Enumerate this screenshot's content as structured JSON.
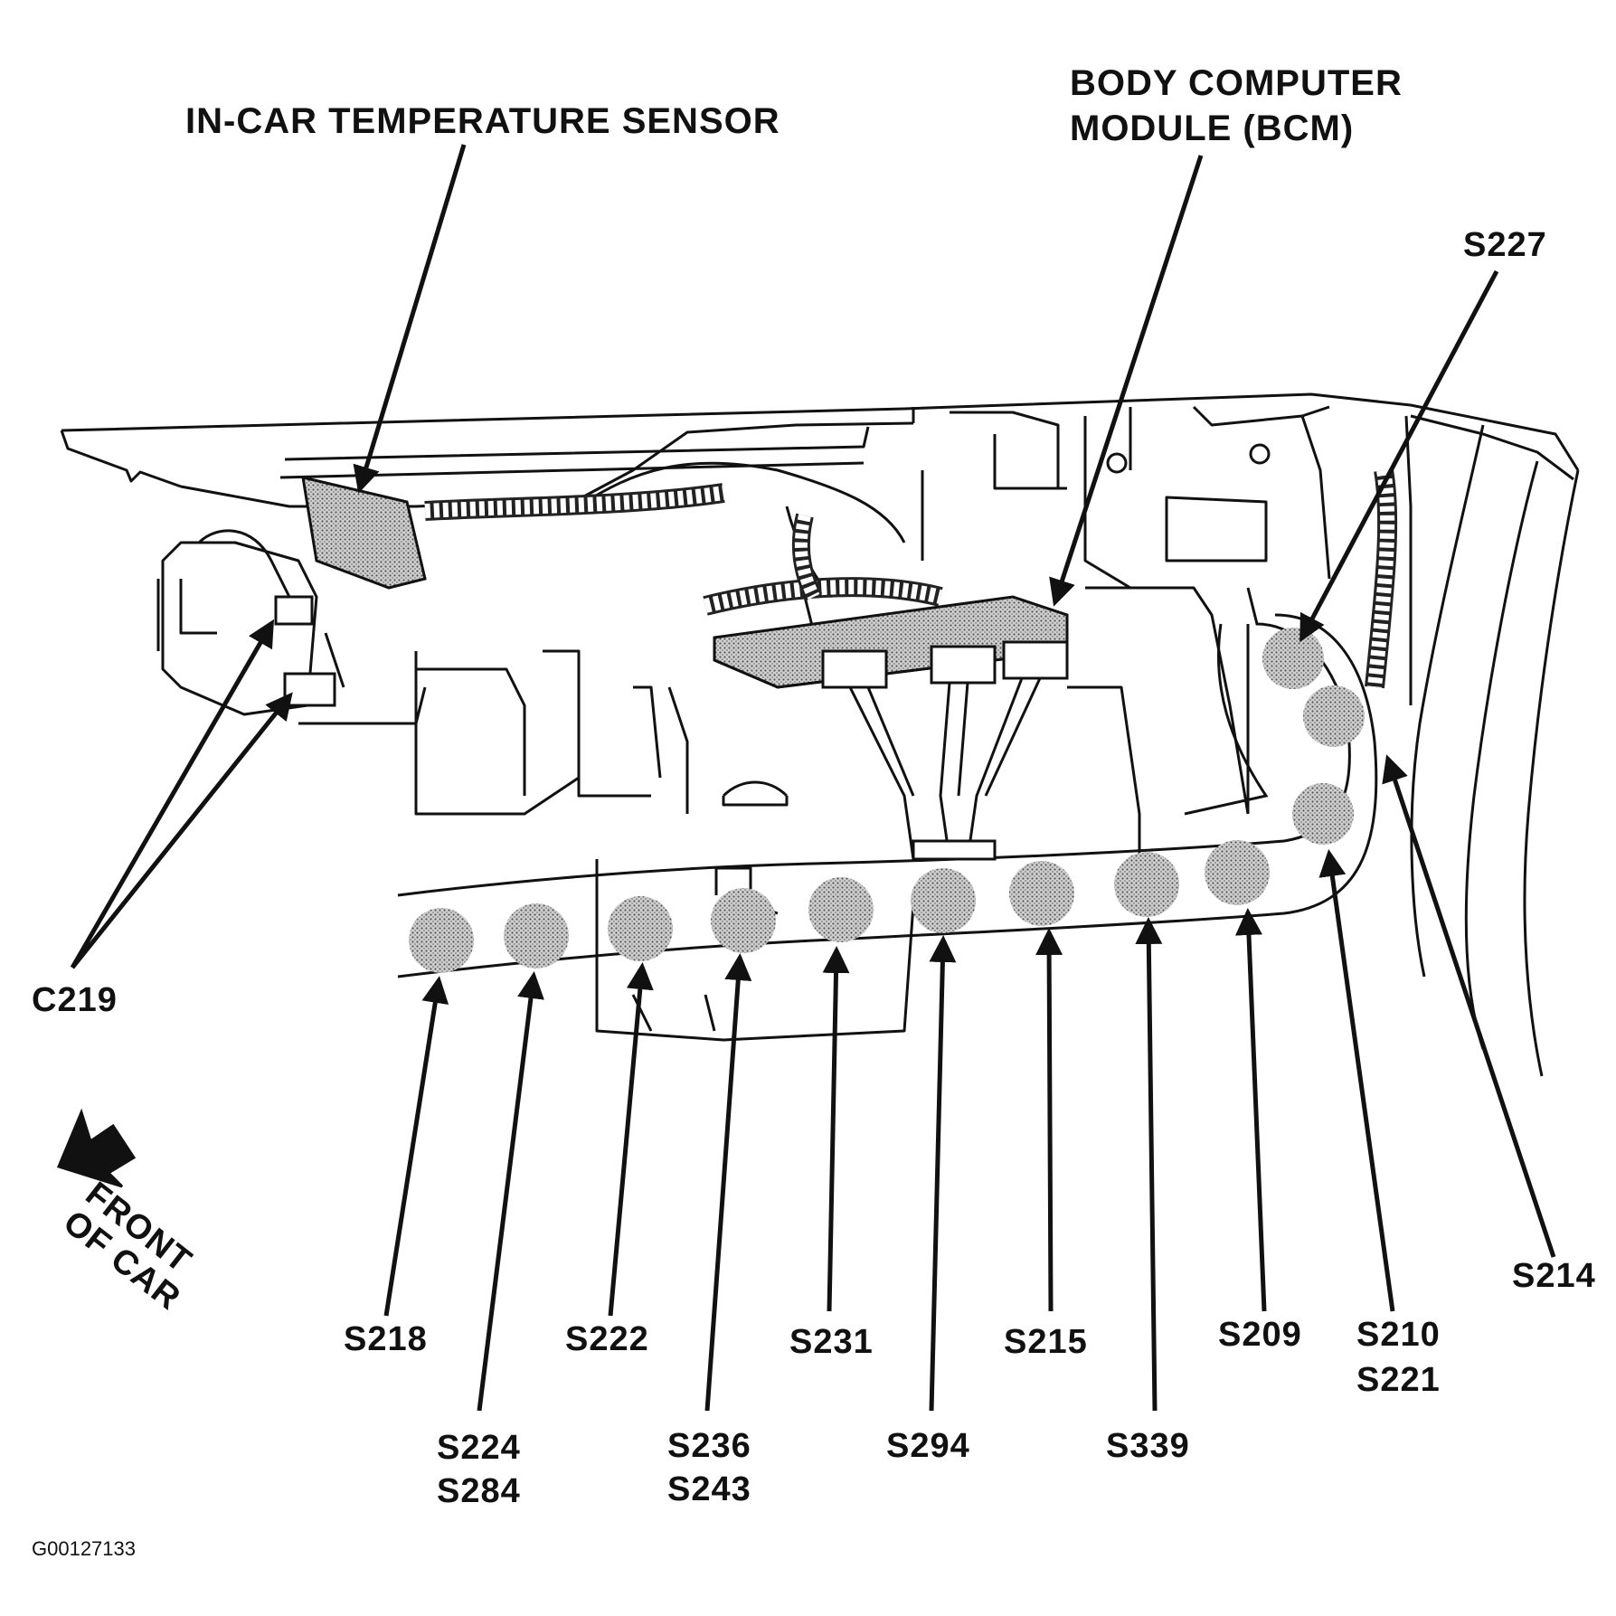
{
  "callouts": {
    "in_car_temp_sensor": "IN-CAR TEMPERATURE SENSOR",
    "bcm_line1": "BODY COMPUTER",
    "bcm_line2": "MODULE (BCM)",
    "s227": "S227",
    "c219": "C219",
    "s214": "S214",
    "front_of_car": "FRONT OF CAR"
  },
  "splice_labels": {
    "s218": "S218",
    "s224_s284": [
      "S224",
      "S284"
    ],
    "s222": "S222",
    "s236_s243": [
      "S236",
      "S243"
    ],
    "s231": "S231",
    "s294": "S294",
    "s215": "S215",
    "s339": "S339",
    "s209": "S209",
    "s210_s221": [
      "S210",
      "S221"
    ]
  },
  "figure_code": "G00127133",
  "colors": {
    "ink": "#111111",
    "shade": "#9a9a9a",
    "paper": "#ffffff"
  }
}
